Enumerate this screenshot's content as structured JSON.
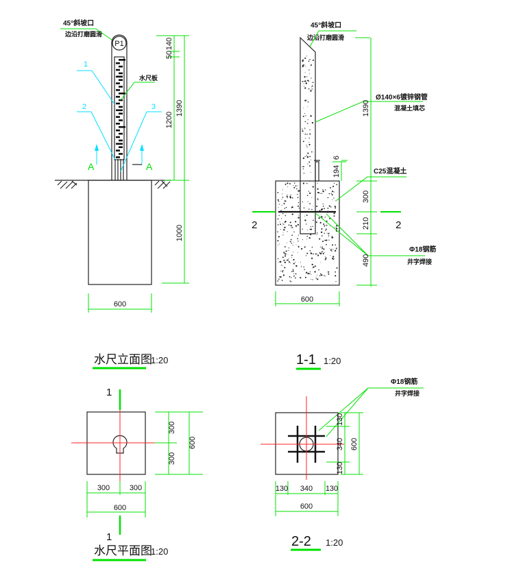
{
  "elevation": {
    "title": "水尺立面图",
    "scale": "1:20",
    "bevel_note": "45°斜坡口",
    "edge_note": "边沿打磨圆滑",
    "badge": "P1",
    "ruler_label": "水尺板",
    "callouts": [
      "1",
      "2",
      "3"
    ],
    "section_mark": "A",
    "dims": {
      "top": "140",
      "gap": "50",
      "ruler": "1200",
      "above_ground": "1390",
      "foundation": "1000",
      "width": "600"
    }
  },
  "section_1_1": {
    "title": "1-1",
    "scale": "1:20",
    "bevel_note": "45°斜坡口",
    "edge_note": "边沿打磨圆滑",
    "pipe_note": "Ø140×6镀锌钢管",
    "fill_note": "混凝土填芯",
    "concrete_note": "C25混凝土",
    "rebar_note": "Φ18钢筋",
    "weld_note": "井字焊接",
    "cut_mark": "2",
    "dims": {
      "total": "1390",
      "plate": "194",
      "plate_t": "6",
      "upper": "300",
      "mid": "210",
      "lower": "490",
      "width": "600"
    }
  },
  "plan": {
    "title": "水尺平面图",
    "scale": "1:20",
    "cut_mark": "1",
    "dims": {
      "half_v1": "300",
      "half_v2": "300",
      "total_v": "600",
      "half_h1": "300",
      "half_h2": "300",
      "total_h": "600"
    }
  },
  "section_2_2": {
    "title": "2-2",
    "scale": "1:20",
    "rebar_note": "Φ18钢筋",
    "weld_note": "井字焊接",
    "dims": {
      "v1": "130",
      "v2": "340",
      "v3": "130",
      "total_v": "600",
      "h1": "130",
      "h2": "340",
      "h3": "130",
      "total_h": "600"
    }
  },
  "colors": {
    "dimension": "#00e000",
    "callout": "#00e0ff",
    "centerline": "#ff2020"
  }
}
